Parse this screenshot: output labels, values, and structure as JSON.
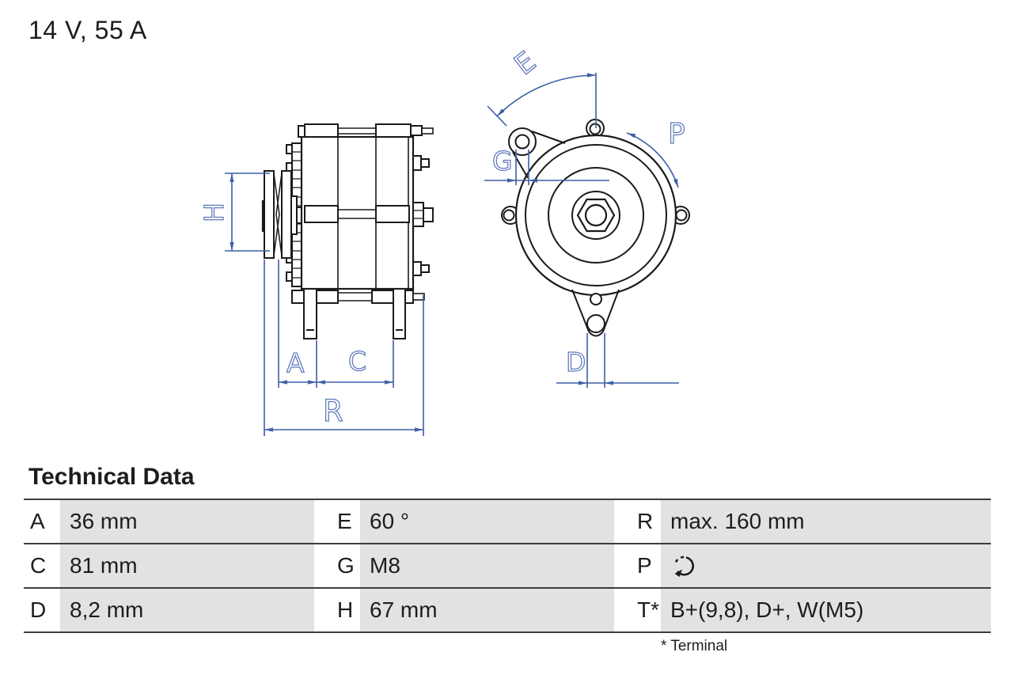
{
  "title": "14 V, 55 A",
  "drawing": {
    "description": "alternator technical drawing, side view and front view with dimension callouts",
    "labels": {
      "H": "H",
      "A": "A",
      "C": "C",
      "R": "R",
      "E": "E",
      "G": "G",
      "P": "P",
      "D": "D"
    },
    "colors": {
      "line": "#1a1a1a",
      "dimension": "#3c5fa7",
      "label": "#5e78ba"
    }
  },
  "table": {
    "heading": "Technical Data",
    "rows": [
      {
        "cells": [
          {
            "k": "A",
            "v": "36 mm"
          },
          {
            "k": "E",
            "v": "60 °"
          },
          {
            "k": "R",
            "v": "max. 160 mm"
          }
        ]
      },
      {
        "cells": [
          {
            "k": "C",
            "v": "81 mm"
          },
          {
            "k": "G",
            "v": "M8"
          },
          {
            "k": "P",
            "v": ""
          }
        ]
      },
      {
        "cells": [
          {
            "k": "D",
            "v": "8,2 mm"
          },
          {
            "k": "H",
            "v": "67 mm"
          },
          {
            "k": "T*",
            "v": "B+(9,8), D+, W(M5)"
          }
        ]
      }
    ],
    "icons": {
      "p_value": "clockwise-rotation-arrow"
    },
    "footnote": "* Terminal",
    "colors": {
      "value_cell": "#e2e2e2",
      "rule": "#3d3d3d"
    }
  }
}
